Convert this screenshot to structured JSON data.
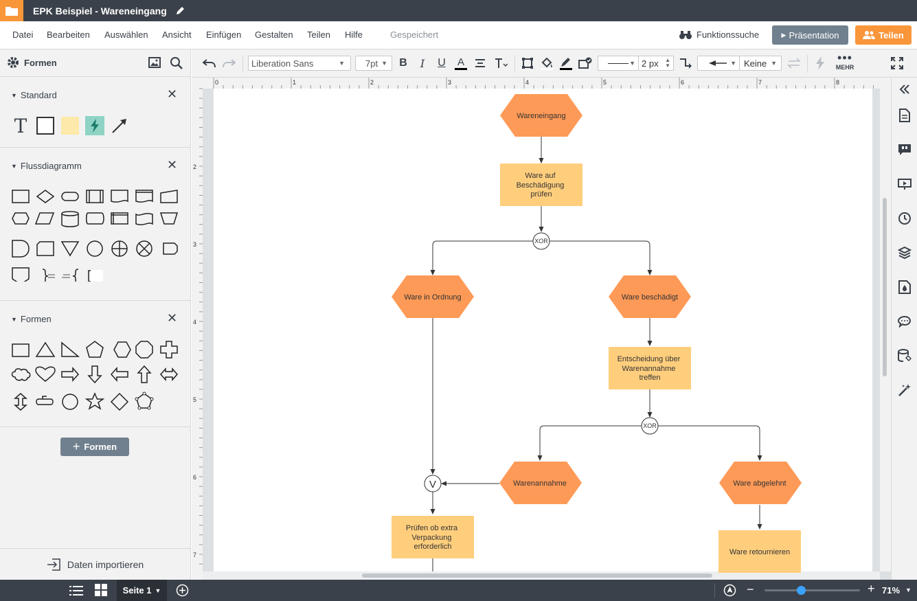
{
  "title_bar": {
    "document_title": "EPK Beispiel - Wareneingang"
  },
  "menu": {
    "items": [
      "Datei",
      "Bearbeiten",
      "Auswählen",
      "Ansicht",
      "Einfügen",
      "Gestalten",
      "Teilen",
      "Hilfe"
    ],
    "saved_status": "Gespeichert",
    "feature_search": "Funktionssuche",
    "presentation_button": "Präsentation",
    "share_button": "Teilen"
  },
  "left_panel": {
    "header": "Formen",
    "sections": [
      {
        "title": "Standard"
      },
      {
        "title": "Flussdiagramm"
      },
      {
        "title": "Formen"
      }
    ],
    "add_shapes_button": "Formen",
    "import_data": "Daten importieren"
  },
  "toolbar": {
    "font_family": "Liberation Sans",
    "font_size": "7pt",
    "line_width": "2 px",
    "line_end": "Keine",
    "more_label": "MEHR"
  },
  "ruler": {
    "top_ticks": [
      "0",
      "1",
      "2",
      "3",
      "4",
      "5",
      "6",
      "7",
      "8"
    ],
    "left_ticks": [
      "2",
      "3",
      "4",
      "5",
      "6",
      "7"
    ]
  },
  "diagram": {
    "node_texts": {
      "wareneingang": "Wareneingang",
      "ware_auf_beschaedigung_pruefen": [
        "Ware auf",
        "Beschädigung",
        "prüfen"
      ],
      "xor1": "XOR",
      "ware_in_ordnung": "Ware in Ordnung",
      "ware_beschaedigt": "Ware beschädigt",
      "entscheidung": [
        "Entscheidung über",
        "Warenannahme",
        "treffen"
      ],
      "xor2": "XOR",
      "warenannahme": "Warenannahme",
      "ware_abgelehnt": "Ware abgelehnt",
      "or_join": "V",
      "pruefen_verpackung": [
        "Prüfen ob extra",
        "Verpackung",
        "erforderlich"
      ],
      "ware_retournieren": "Ware retournieren"
    },
    "colors": {
      "event": "#fe9a57",
      "function": "#ffce7d",
      "connector": "#333333"
    }
  },
  "bottom_bar": {
    "page_label": "Seite 1",
    "zoom": "71%"
  }
}
